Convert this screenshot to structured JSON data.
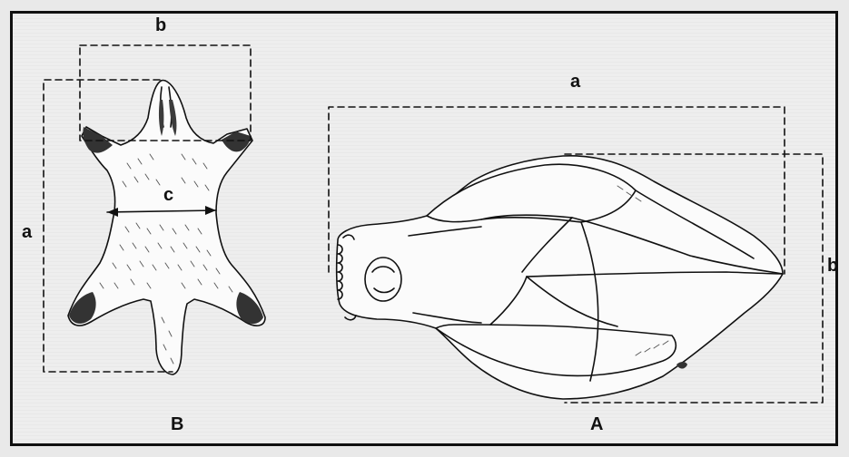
{
  "figure": {
    "pelt": {
      "dim_b": "b",
      "dim_a": "a",
      "dim_c": "c",
      "caption": "B"
    },
    "skull": {
      "dim_a": "a",
      "dim_b": "b",
      "caption": "A"
    }
  }
}
